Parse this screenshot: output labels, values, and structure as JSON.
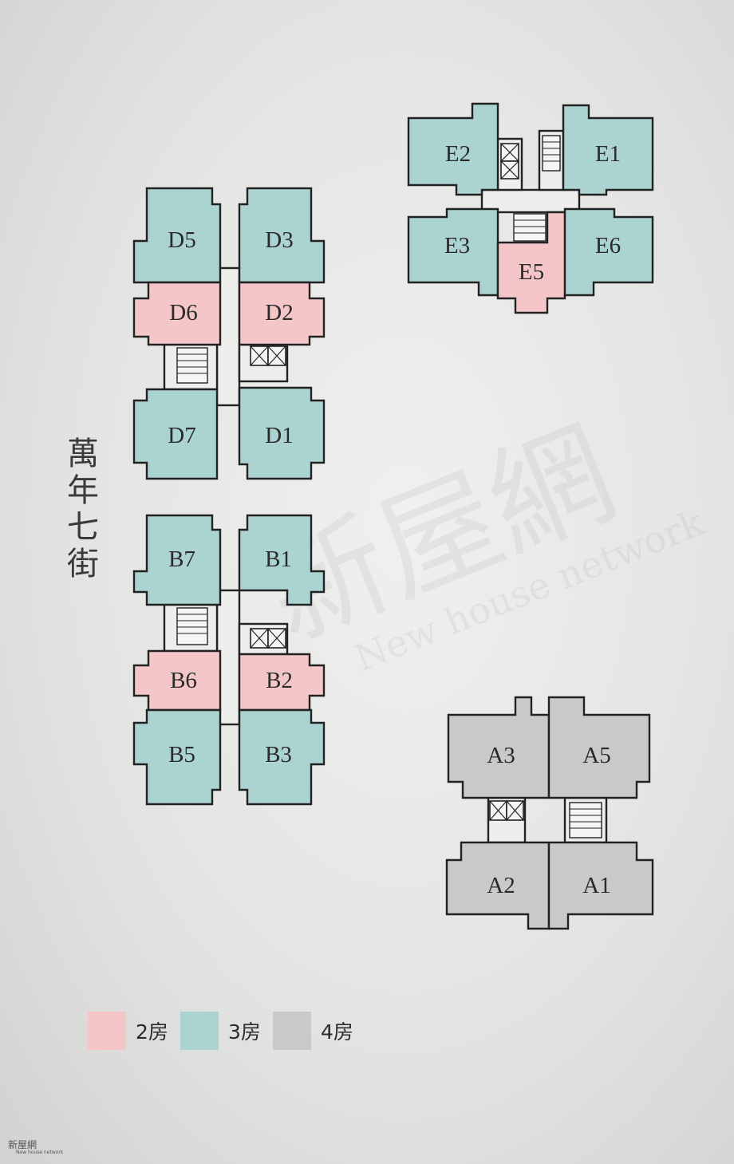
{
  "street_name": "萬年七街",
  "units": {
    "D5": "D5",
    "D3": "D3",
    "D6": "D6",
    "D2": "D2",
    "D7": "D7",
    "D1": "D1",
    "B7": "B7",
    "B1": "B1",
    "B6": "B6",
    "B2": "B2",
    "B5": "B5",
    "B3": "B3",
    "E2": "E2",
    "E1": "E1",
    "E3": "E3",
    "E5": "E5",
    "E6": "E6",
    "A3": "A3",
    "A5": "A5",
    "A2": "A2",
    "A1": "A1"
  },
  "legend": [
    {
      "label": "2房",
      "color": "#f4c6c8"
    },
    {
      "label": "3房",
      "color": "#abd3d1"
    },
    {
      "label": "4房",
      "color": "#c9c9c9"
    }
  ],
  "watermark": {
    "text": "新屋網",
    "subtext": "New house network"
  },
  "brand": {
    "name": "新屋網",
    "tagline": "New house network"
  }
}
